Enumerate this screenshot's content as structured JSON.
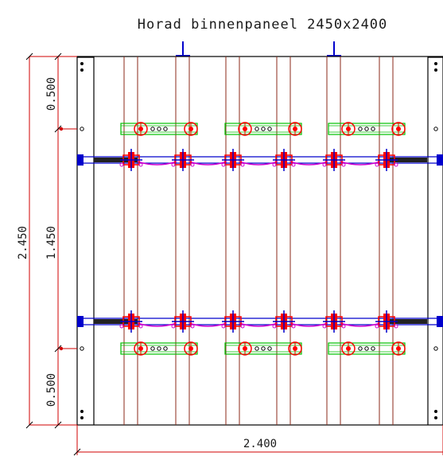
{
  "title": "Horad binnenpaneel 2450x2400",
  "dimensions": {
    "total_height": "2.450",
    "top_segment": "0.500",
    "middle_segment": "1.450",
    "bottom_segment": "0.500",
    "total_width": "2.400"
  },
  "colors": {
    "frame": "#000000",
    "post": "#8b2a1a",
    "dimension": "#d10000",
    "bracket": "#00c000",
    "hardware": "#0000cc",
    "clamp_pink": "#d000d0",
    "bolt_red": "#ff0000"
  },
  "icons": [
    "lifting-lug-icon",
    "clamp-icon",
    "bolt-icon",
    "bracket-plate-icon"
  ]
}
